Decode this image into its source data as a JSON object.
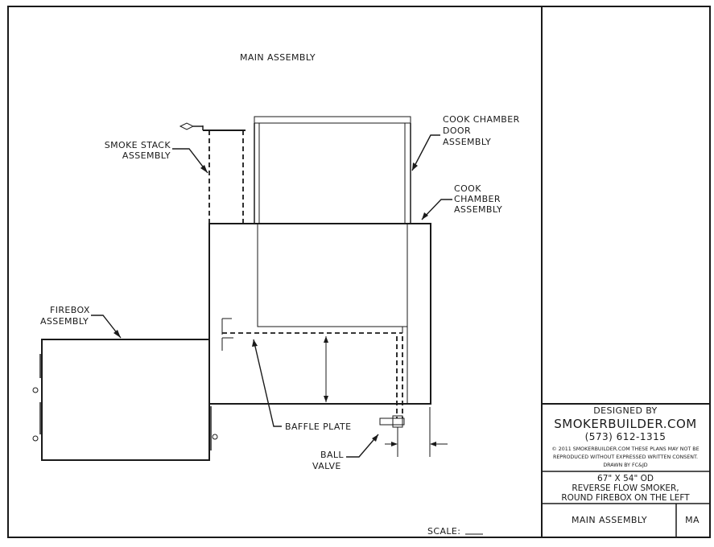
{
  "drawing": {
    "title": "MAIN ASSEMBLY",
    "scale_label": "SCALE:",
    "labels": {
      "smoke_stack": [
        "SMOKE STACK",
        "ASSEMBLY"
      ],
      "cook_door": [
        "COOK CHAMBER",
        "DOOR",
        "ASSEMBLY"
      ],
      "cook_chamber": [
        "COOK",
        "CHAMBER",
        "ASSEMBLY"
      ],
      "firebox": [
        "FIREBOX",
        "ASSEMBLY"
      ],
      "baffle": "BAFFLE PLATE",
      "ball_valve": [
        "BALL",
        "VALVE"
      ]
    }
  },
  "title_block": {
    "designed_by": "DESIGNED BY",
    "company": "SMOKERBUILDER.COM",
    "phone": "(573) 612-1315",
    "copyright_line1": "© 2011 SMOKERBUILDER.COM THESE PLANS MAY NOT BE",
    "copyright_line2": "REPRODUCED WITHOUT EXPRESSED WRITTEN CONSENT.",
    "drawn_by": "DRAWN BY FC&JD",
    "description": [
      "67\" X 54\" OD",
      "REVERSE FLOW SMOKER,",
      "ROUND FIREBOX ON THE LEFT"
    ],
    "sheet_name": "MAIN ASSEMBLY",
    "sheet_code": "MA"
  }
}
